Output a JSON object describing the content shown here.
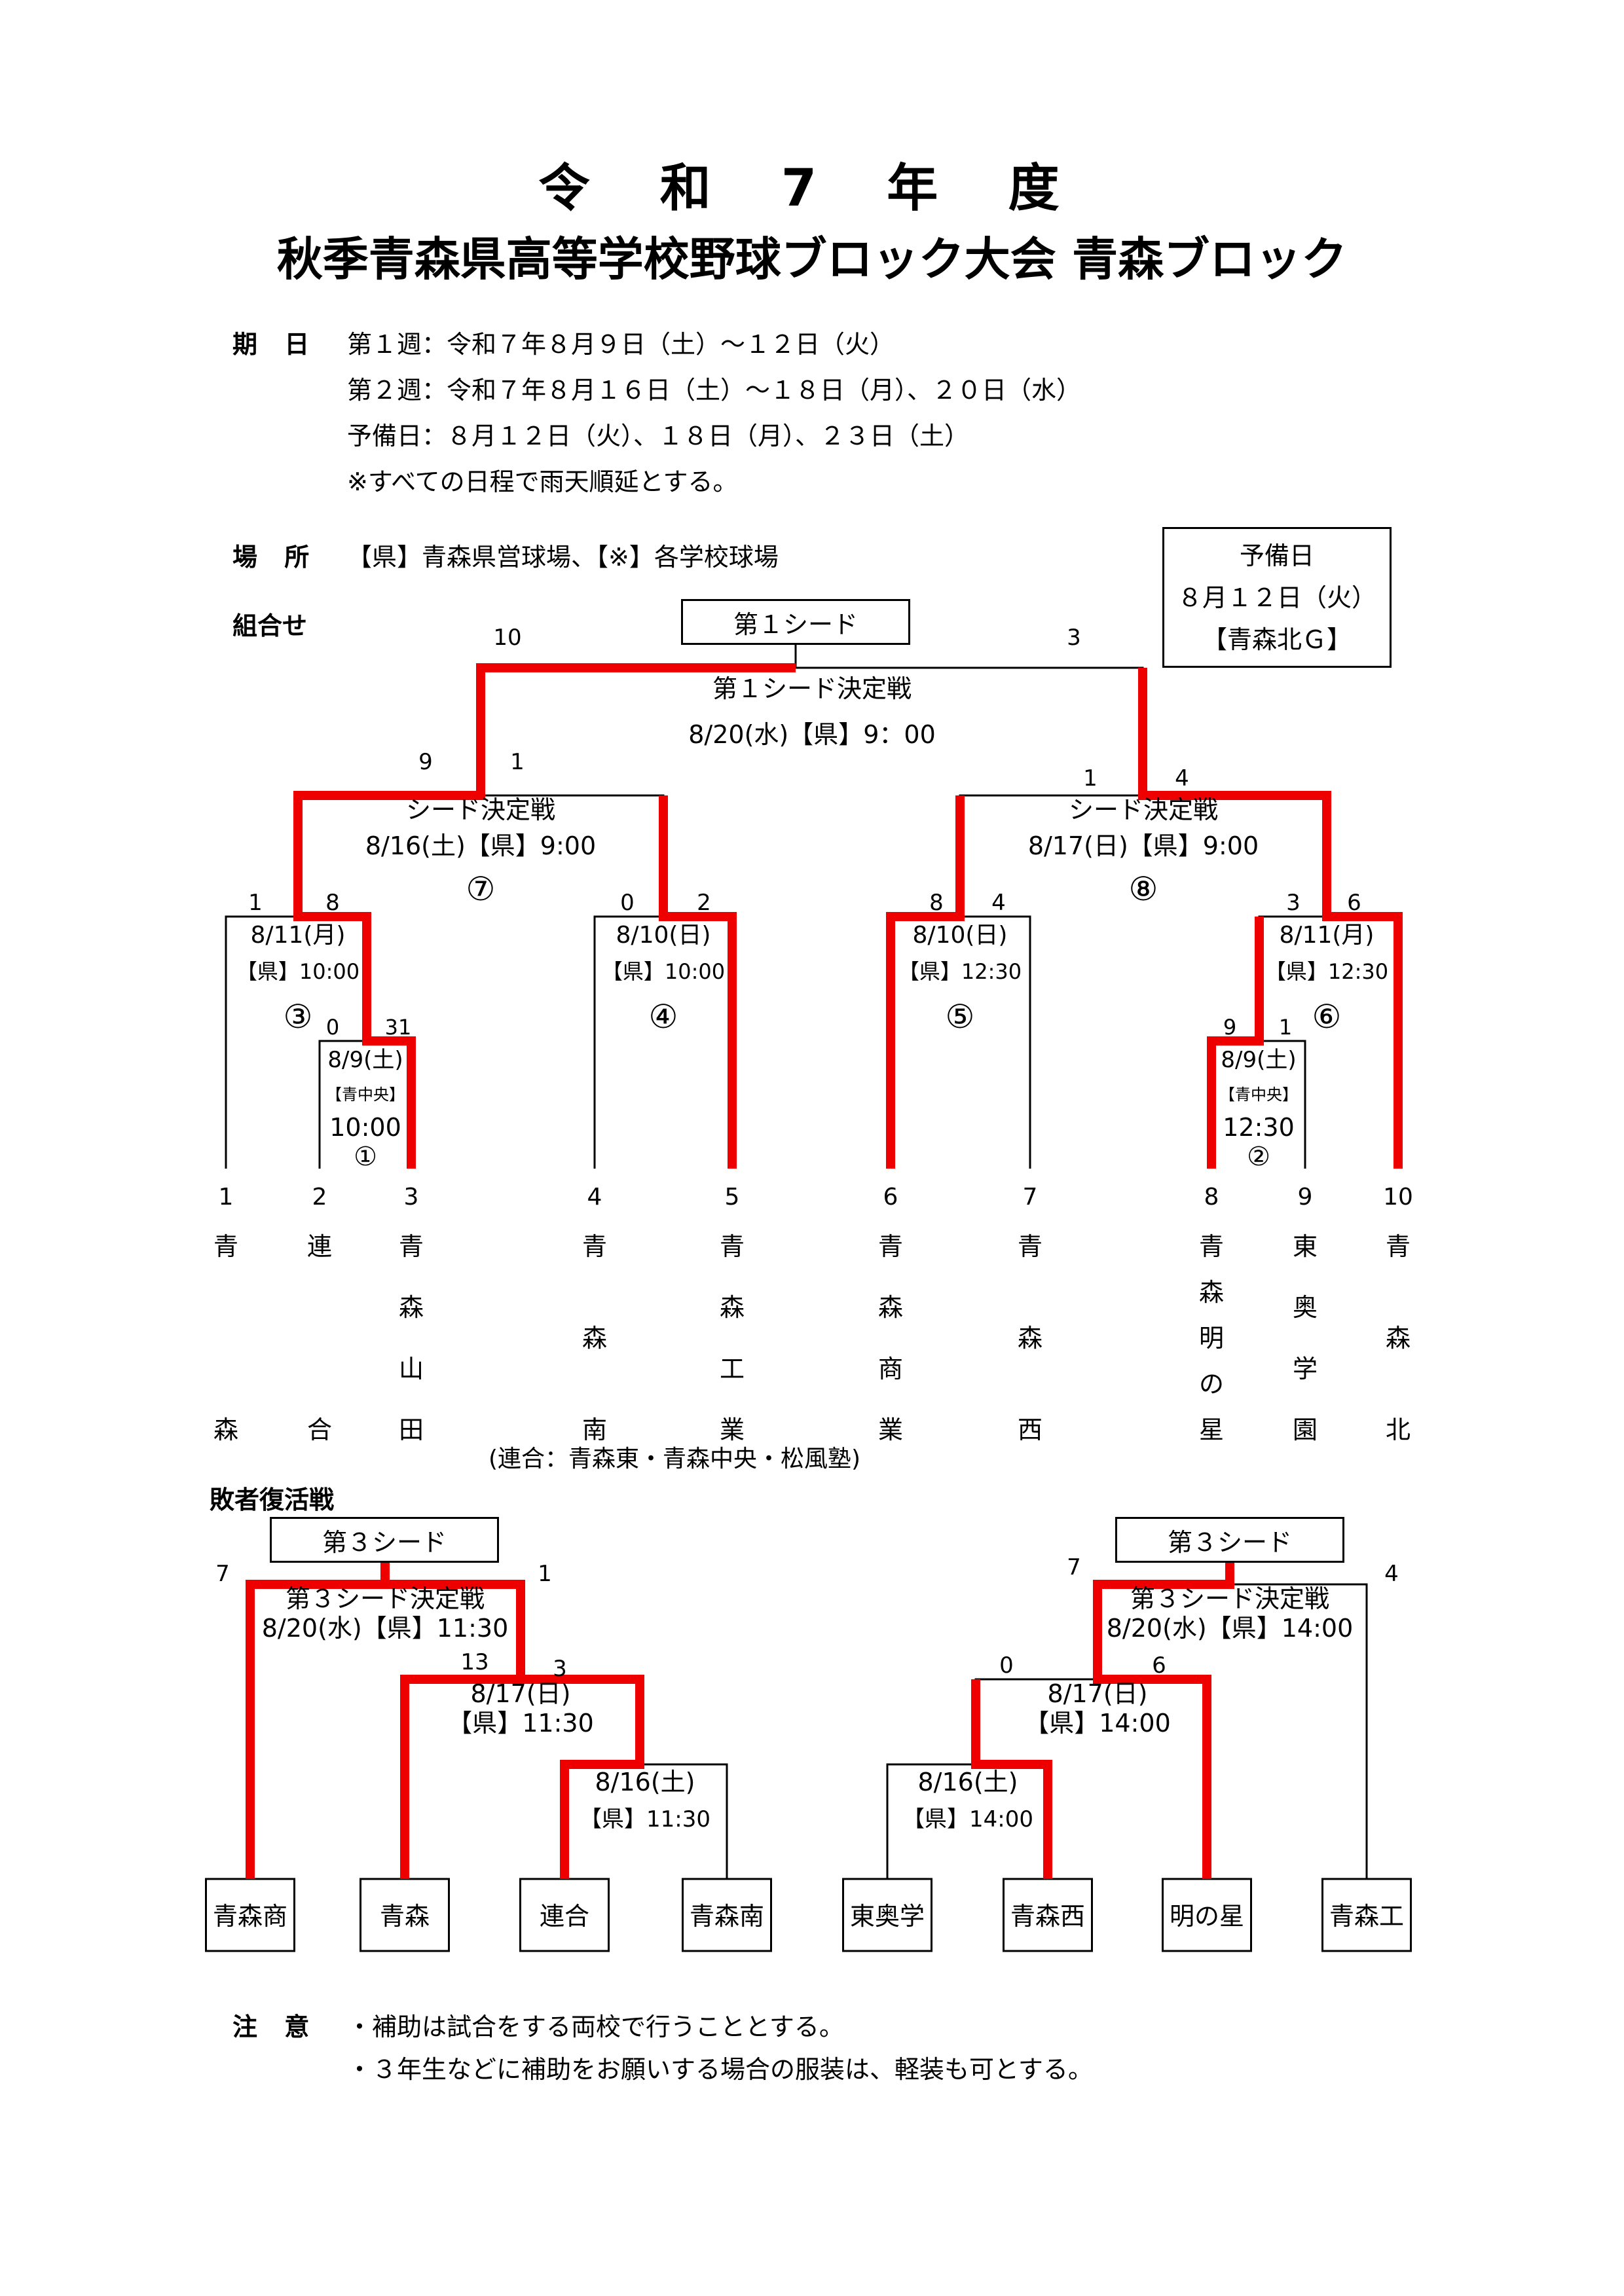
{
  "title": {
    "line1": "令 和 7 年 度",
    "line2": "秋季青森県高等学校野球ブロック大会 青森ブロック"
  },
  "schedule": {
    "label": "期 日",
    "lines": [
      "第１週：令和７年８月９日（土）～１２日（火）",
      "第２週：令和７年８月１６日（土）～１８日（月）、２０日（水）",
      "予備日：８月１２日（火）、１８日（月）、２３日（土）",
      "※すべての日程で雨天順延とする。"
    ]
  },
  "venue": {
    "label": "場 所",
    "text": "【県】青森県営球場、【※】各学校球場"
  },
  "reserve_box": {
    "line1": "予備日",
    "line2": "８月１２日（火）",
    "line3": "【青森北Ｇ】"
  },
  "bracket_label": "組合せ",
  "seed1_box": "第１シード",
  "final": {
    "name": "第１シード決定戦",
    "when": "8/20(水)【県】9：00",
    "left_score": "10",
    "right_score": "3"
  },
  "semis": [
    {
      "name": "シード決定戦",
      "when": "8/16(土)【県】9:00",
      "num": "⑦",
      "left_score": "9",
      "right_score": "1"
    },
    {
      "name": "シード決定戦",
      "when": "8/17(日)【県】9:00",
      "num": "⑧",
      "left_score": "1",
      "right_score": "4"
    }
  ],
  "quarters": [
    {
      "date": "8/11(月)",
      "venue": "【県】10:00",
      "num": "③",
      "left_score": "1",
      "right_score": "8"
    },
    {
      "date": "8/10(日)",
      "venue": "【県】10:00",
      "num": "④",
      "left_score": "0",
      "right_score": "2"
    },
    {
      "date": "8/10(日)",
      "venue": "【県】12:30",
      "num": "⑤",
      "left_score": "8",
      "right_score": "4"
    },
    {
      "date": "8/11(月)",
      "venue": "【県】12:30",
      "num": "⑥",
      "left_score": "3",
      "right_score": "6"
    }
  ],
  "firsts": [
    {
      "date": "8/9(土)",
      "venue": "【青中央】",
      "time": "10:00",
      "num": "①",
      "left_score": "0",
      "right_score": "31"
    },
    {
      "date": "8/9(土)",
      "venue": "【青中央】",
      "time": "12:30",
      "num": "②",
      "left_score": "9",
      "right_score": "1"
    }
  ],
  "teams": [
    {
      "no": "1",
      "name": "青森",
      "chars": [
        "青",
        "森"
      ]
    },
    {
      "no": "2",
      "name": "連合",
      "chars": [
        "連",
        "合"
      ]
    },
    {
      "no": "3",
      "name": "青森山田",
      "chars": [
        "青",
        "森",
        "山",
        "田"
      ]
    },
    {
      "no": "4",
      "name": "青森南",
      "chars": [
        "青",
        "森",
        "南"
      ]
    },
    {
      "no": "5",
      "name": "青森工業",
      "chars": [
        "青",
        "森",
        "工",
        "業"
      ]
    },
    {
      "no": "6",
      "name": "青森商業",
      "chars": [
        "青",
        "森",
        "商",
        "業"
      ]
    },
    {
      "no": "7",
      "name": "青森西",
      "chars": [
        "青",
        "森",
        "西"
      ]
    },
    {
      "no": "8",
      "name": "青森明の星",
      "chars": [
        "青",
        "森",
        "明",
        "の",
        "星"
      ]
    },
    {
      "no": "9",
      "name": "東奥学園",
      "chars": [
        "東",
        "奥",
        "学",
        "園"
      ]
    },
    {
      "no": "10",
      "name": "青森北",
      "chars": [
        "青",
        "森",
        "北"
      ]
    }
  ],
  "rengo_note": "(連合：青森東・青森中央・松風塾)",
  "repechage": {
    "label": "敗者復活戦",
    "left": {
      "seed_box": "第３シード",
      "final": {
        "name": "第３シード決定戦",
        "when": "8/20(水)【県】11:30",
        "left_score": "7",
        "right_score": "1"
      },
      "semi": {
        "date": "8/17(日)",
        "venue": "【県】11:30",
        "left_score": "13",
        "right_score": "3"
      },
      "first": {
        "date": "8/16(土)",
        "venue": "【県】11:30"
      },
      "teams": [
        "青森商",
        "青森",
        "連合",
        "青森南"
      ]
    },
    "right": {
      "seed_box": "第３シード",
      "final": {
        "name": "第３シード決定戦",
        "when": "8/20(水)【県】14:00",
        "left_score": "7",
        "right_score": "4"
      },
      "semi": {
        "date": "8/17(日)",
        "venue": "【県】14:00",
        "left_score": "0",
        "right_score": "6"
      },
      "first": {
        "date": "8/16(土)",
        "venue": "【県】14:00"
      },
      "teams": [
        "東奥学",
        "青森西",
        "明の星",
        "青森工"
      ]
    }
  },
  "notes": {
    "label": "注 意",
    "lines": [
      "・補助は試合をする両校で行うこととする。",
      "・３年生などに補助をお願いする場合の服装は、軽装も可とする。"
    ]
  }
}
